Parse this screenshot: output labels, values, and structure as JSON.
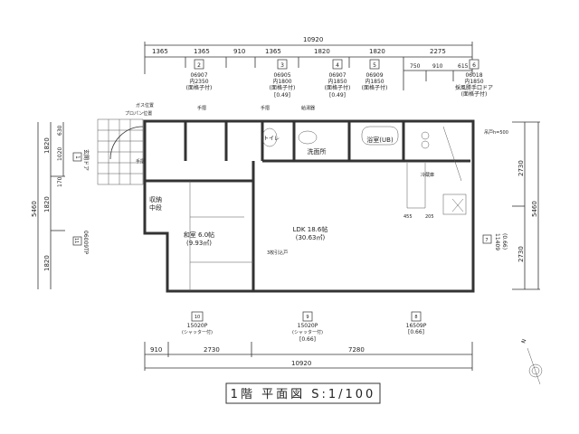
{
  "top_dims": {
    "total": "10920",
    "segments": [
      "1365",
      "1365",
      "910",
      "1365",
      "1820",
      "1820",
      "2275"
    ],
    "sub": [
      "750",
      "910",
      "615"
    ]
  },
  "top_windows": [
    {
      "num": "2",
      "code": "06907",
      "size": "内2350",
      "note": "(面格子付)",
      "ratio": ""
    },
    {
      "num": "3",
      "code": "06905",
      "size": "内1800",
      "note": "(面格子付)",
      "ratio": "[0.49]"
    },
    {
      "num": "4",
      "code": "06907",
      "size": "内1850",
      "note": "(面格子付)",
      "ratio": "[0.49]"
    },
    {
      "num": "5",
      "code": "06909",
      "size": "内1850",
      "note": "(面格子付)",
      "ratio": ""
    },
    {
      "num": "6",
      "code": "06018",
      "size": "内1850",
      "note": "採風勝手口ドア",
      "ratio": "(面格子付)"
    }
  ],
  "bottom_windows": [
    {
      "num": "10",
      "code": "15020P",
      "note": "(シャッター付)",
      "ratio": ""
    },
    {
      "num": "9",
      "code": "15020P",
      "note": "(シャッター付)",
      "ratio": "[0.66]"
    },
    {
      "num": "8",
      "code": "16509P",
      "note": "",
      "ratio": "[0.66]"
    }
  ],
  "bottom_dims": {
    "segments": [
      "910",
      "2730",
      "7280"
    ],
    "total": "10920"
  },
  "left_dims": {
    "total": "5460",
    "a": "1820",
    "b": "1820",
    "c": "1820",
    "d": "630",
    "e": "1020",
    "f": "170"
  },
  "left_windows": [
    {
      "num": "1",
      "label": "玄関ドア"
    },
    {
      "num": "11",
      "label": "06009TP"
    }
  ],
  "right_dims": {
    "total": "5460",
    "a": "2730",
    "b": "2730"
  },
  "right_window": {
    "num": "7",
    "code": "11409",
    "ratio": "(0.66)"
  },
  "rooms": {
    "washitsu": {
      "name": "和室 6.0帖",
      "area": "(9.93㎡)"
    },
    "ldk": {
      "name": "LDK 18.6帖",
      "area": "(30.63㎡)"
    },
    "senmen": "洗面所",
    "bath": "浴室(UB)",
    "toilet": "トイレ",
    "storage": [
      "収納",
      "中段"
    ]
  },
  "labels": {
    "propane": "プロパン位置",
    "gas": "ガス位置",
    "handrail": "手摺",
    "water_heater": "給湯器",
    "sliding_door": "3枚引込戸",
    "hanging": "吊戸h=500",
    "fridge": "冷蔵庫",
    "kitchen_w": "455",
    "kitchen_w2": "205",
    "north": "N"
  },
  "title": "1階 平面図 S:1/100"
}
